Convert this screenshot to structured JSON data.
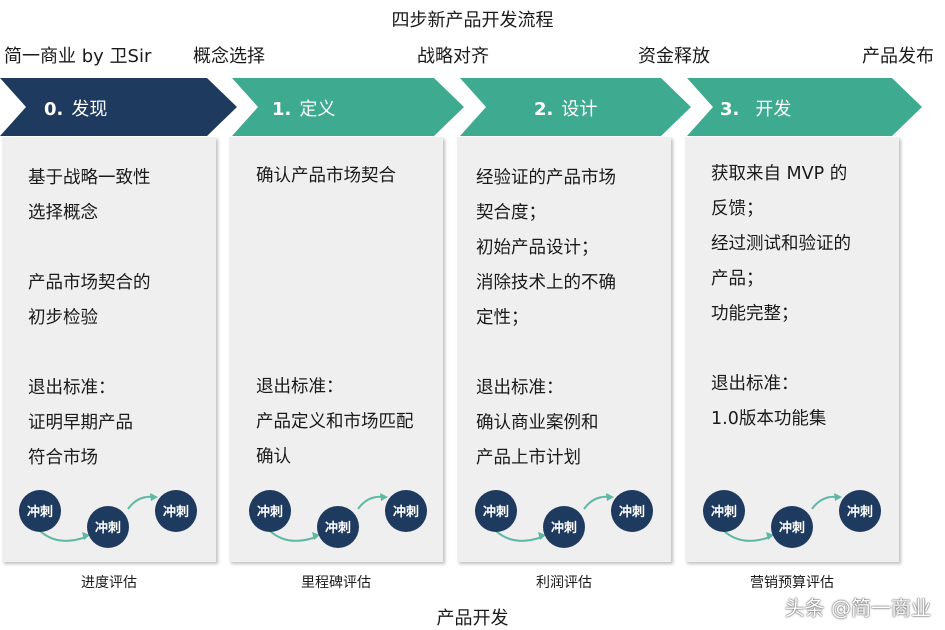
{
  "title": "四步新产品开发流程",
  "gates": [
    "简一商业 by 卫Sir",
    "概念选择",
    "战略对齐",
    "资金释放",
    "产品发布"
  ],
  "stages": [
    {
      "num": "0.",
      "name": "发现",
      "color": "#1f3a5f",
      "lines": [
        "基于战略一致性",
        "选择概念",
        "",
        "产品市场契合的",
        "初步检验",
        "",
        "退出标准：",
        "证明早期产品",
        "符合市场"
      ],
      "review": "进度评估"
    },
    {
      "num": "1.",
      "name": "定义",
      "color": "#3eaa8f",
      "lines": [
        "确认产品市场契合",
        "",
        "",
        "",
        "",
        "",
        "退出标准：",
        "产品定义和市场匹配",
        "确认"
      ],
      "review": "里程碑评估"
    },
    {
      "num": "2.",
      "name": "设计",
      "color": "#3eaa8f",
      "lines": [
        "经验证的产品市场",
        "契合度；",
        "初始产品设计；",
        "消除技术上的不确",
        "定性；",
        "",
        "退出标准：",
        "确认商业案例和",
        "产品上市计划"
      ],
      "review": "利润评估"
    },
    {
      "num": "3.",
      "name": "开发",
      "color": "#3eaa8f",
      "lines": [
        "获取来自 MVP 的",
        "反馈；",
        "经过测试和验证的",
        "产品；",
        "功能完整；",
        "",
        "退出标准：",
        "1.0版本功能集"
      ],
      "review": "营销预算评估"
    }
  ],
  "sprint_label": "冲刺",
  "footer": "产品开发",
  "watermark": "头条 @简一商业",
  "colors": {
    "navy": "#1f3a5f",
    "teal": "#3eaa8f",
    "card": "#efefef",
    "sprint": "#1f3a5f",
    "sprint_arrow": "#5fb8a3"
  }
}
